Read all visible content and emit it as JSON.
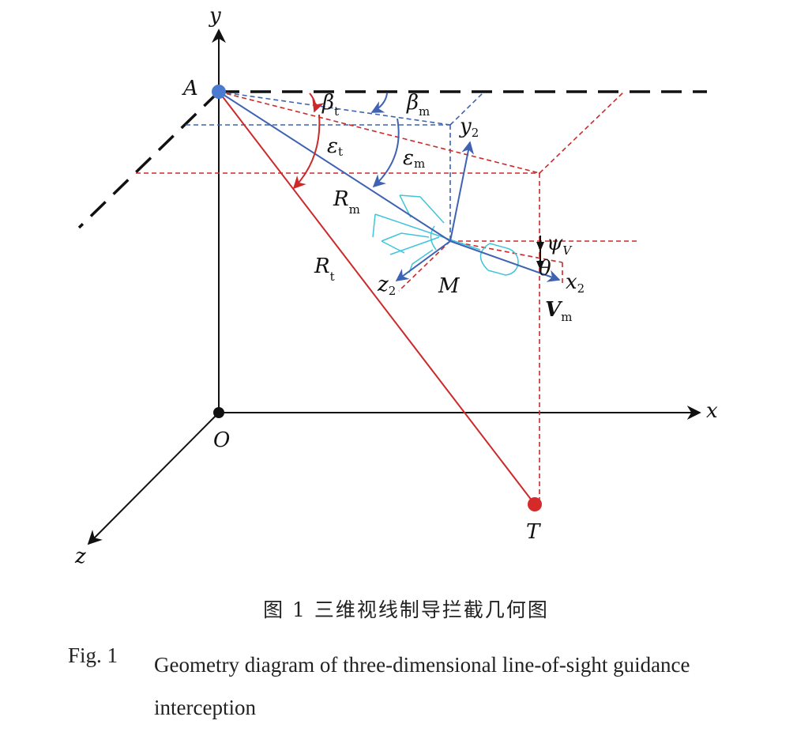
{
  "labels": {
    "axis_x": "x",
    "axis_y": "y",
    "axis_z": "z",
    "origin": "O",
    "point_A": "A",
    "point_M": "M",
    "point_T": "T",
    "beta_t": {
      "sym": "β",
      "sub": "t"
    },
    "beta_m": {
      "sym": "β",
      "sub": "m"
    },
    "eps_t": {
      "sym": "ε",
      "sub": "t"
    },
    "eps_m": {
      "sym": "ε",
      "sub": "m"
    },
    "R_m": {
      "sym": "R",
      "sub": "m"
    },
    "R_t": {
      "sym": "R",
      "sub": "t"
    },
    "x2": {
      "sym": "x",
      "sub": "2"
    },
    "y2": {
      "sym": "y",
      "sub": "2"
    },
    "z2": {
      "sym": "z",
      "sub": "2"
    },
    "psi_V": {
      "sym": "ψ",
      "sub": "V"
    },
    "theta": "θ",
    "V_m": {
      "sym": "V",
      "sub": "m"
    }
  },
  "caption": {
    "cn": "图 1 三维视线制导拦截几何图",
    "en_num": "Fig. 1",
    "en_text": "Geometry diagram of three-dimensional line-of-sight guidance interception"
  },
  "colors": {
    "black": "#111111",
    "red": "#cc2a2a",
    "blue": "#3f63b2",
    "cyan": "#40c4dc",
    "point_A": "#4a7bd0",
    "point_T": "#d62a2a"
  }
}
